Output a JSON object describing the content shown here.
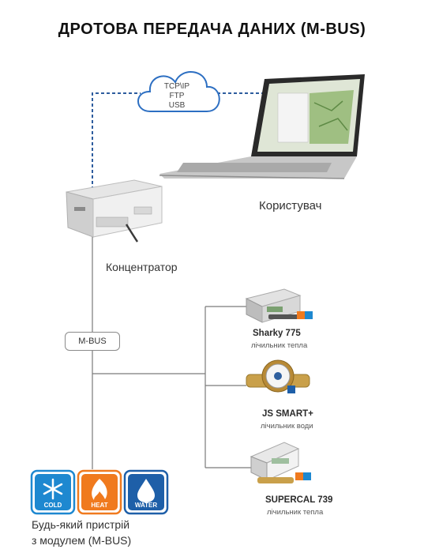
{
  "title": "ДРОТОВА ПЕРЕДАЧА ДАНИХ (M-BUS)",
  "cloud": {
    "lines": [
      "TCP\\IP",
      "FTP",
      "USB"
    ]
  },
  "user_label": "Користувач",
  "concentrator_label": "Концентратор",
  "bus_label": "M-BUS",
  "devices": [
    {
      "name": "Sharky 775",
      "sub": "лічильник тепла"
    },
    {
      "name": "JS SMART+",
      "sub": "лічильник води"
    },
    {
      "name": "SUPERCAL 739",
      "sub": "лічильник тепла"
    }
  ],
  "module_tiles": [
    {
      "label": "COLD",
      "color": "#1e88d0",
      "icon": "snowflake-icon"
    },
    {
      "label": "HEAT",
      "color": "#f07a1e",
      "icon": "flame-icon"
    },
    {
      "label": "WATER",
      "color": "#1e5fa8",
      "icon": "water-drop-icon"
    }
  ],
  "module_caption": [
    "Будь-який пристрій",
    "з модулем (M-BUS)"
  ],
  "colors": {
    "dashed_link": "#2d5c9e",
    "bus_line": "#7a7a7a"
  }
}
